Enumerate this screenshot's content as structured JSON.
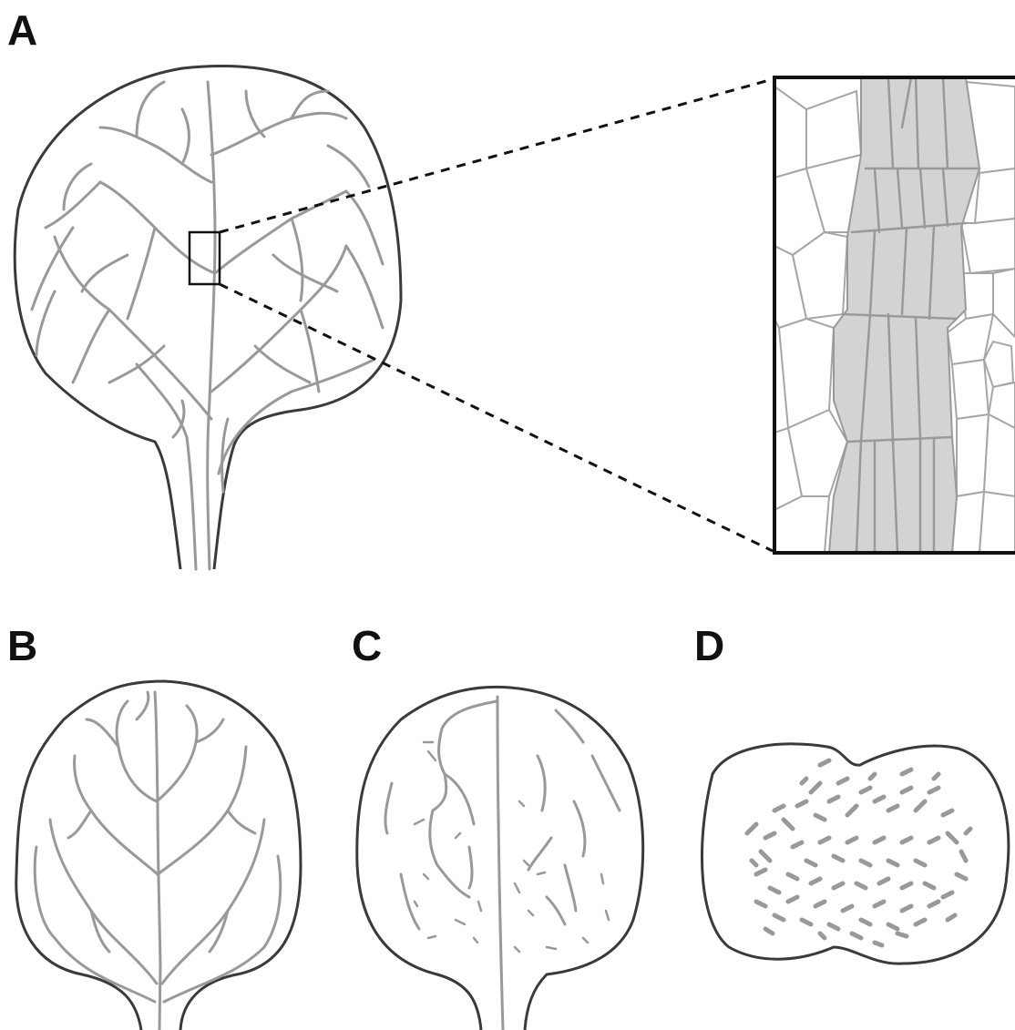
{
  "figure": {
    "panels": [
      {
        "id": "A",
        "label": "A"
      },
      {
        "id": "B",
        "label": "B"
      },
      {
        "id": "C",
        "label": "C"
      },
      {
        "id": "D",
        "label": "D"
      }
    ],
    "colors": {
      "outline": "#3a3a3a",
      "vein": "#999999",
      "vascular_cells": "#d3d3d3",
      "cell_wall": "#a6a6a6",
      "zoom_dash": "#111111"
    }
  }
}
